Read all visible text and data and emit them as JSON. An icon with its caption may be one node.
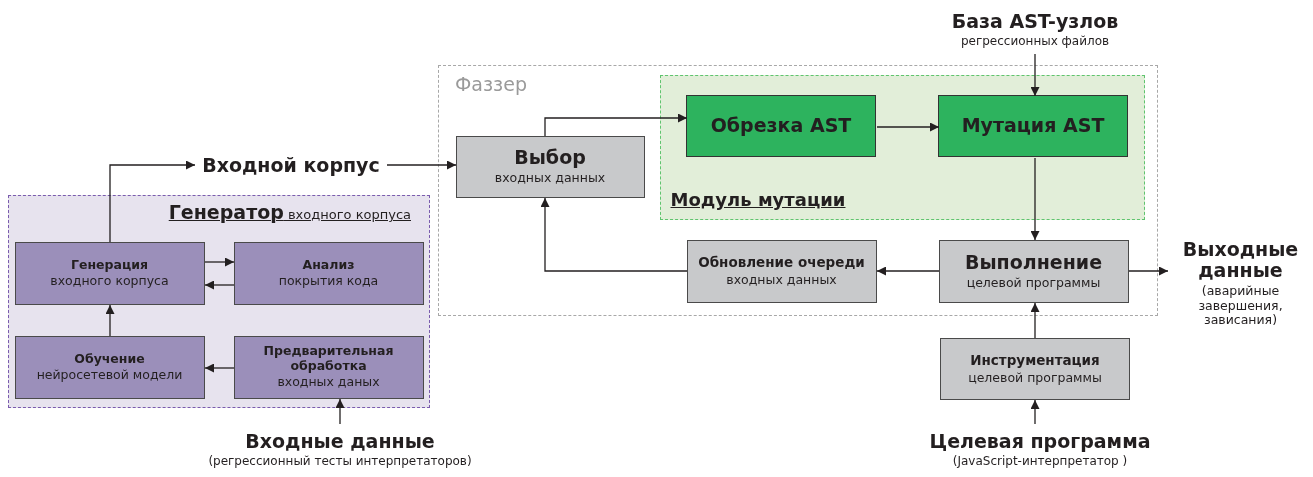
{
  "diagram": {
    "nodes": [
      {
        "text": [
          "**Генератор** входного корпуса"
        ]
      },
      {
        "text": [
          "Генерация",
          "входного корпуса"
        ],
        "in": 0
      },
      {
        "text": [
          "Анализ",
          "покрытия кода"
        ],
        "in": 0
      },
      {
        "text": [
          "Обучение",
          "нейросетевой модели"
        ],
        "in": 0
      },
      {
        "text": [
          "Предварительная обработка",
          "входных даных"
        ],
        "in": 0
      },
      {
        "text": [
          "Фаззер"
        ]
      },
      {
        "text": [
          "Выбор",
          "входных данных"
        ],
        "in": 5
      },
      {
        "text": [
          "Модуль мутации"
        ],
        "in": 5
      },
      {
        "text": [
          "Обрезка AST"
        ],
        "in": 7
      },
      {
        "text": [
          "Мутация AST"
        ],
        "in": 7
      },
      {
        "text": [
          "Обновление очереди",
          "входных данных"
        ],
        "in": 5
      },
      {
        "text": [
          "Выполнение",
          "целевой программы"
        ],
        "in": 5
      },
      {
        "text": [
          "Инструментация",
          "целевой программы"
        ]
      },
      {
        "text": [
          "Входной корпус"
        ]
      },
      {
        "text": [
          "Входные данные",
          "(регрессионный тесты интерпретаторов)"
        ]
      },
      {
        "text": [
          "База AST-узлов",
          "регрессионных файлов"
        ]
      },
      {
        "text": [
          "Выходные данные",
          "(аварийные завершения, зависания)"
        ]
      },
      {
        "text": [
          "Целевая программа",
          "(JavaScript-интерпретатор )"
        ]
      }
    ],
    "edges": [
      {
        "from": 1,
        "to": 13,
        "arrow": "to"
      },
      {
        "from": 13,
        "to": 6,
        "arrow": "to"
      },
      {
        "from": 1,
        "to": 2,
        "arrow": "to"
      },
      {
        "from": 2,
        "to": 1,
        "arrow": "to"
      },
      {
        "from": 3,
        "to": 1,
        "arrow": "to"
      },
      {
        "from": 4,
        "to": 3,
        "arrow": "to"
      },
      {
        "from": 14,
        "to": 4,
        "arrow": "to"
      },
      {
        "from": 6,
        "to": 8,
        "arrow": "to"
      },
      {
        "from": 8,
        "to": 9,
        "arrow": "to"
      },
      {
        "from": 15,
        "to": 9,
        "arrow": "to"
      },
      {
        "from": 9,
        "to": 11,
        "arrow": "to"
      },
      {
        "from": 11,
        "to": 10,
        "arrow": "to"
      },
      {
        "from": 10,
        "to": 6,
        "arrow": "to"
      },
      {
        "from": 11,
        "to": 16,
        "arrow": "to"
      },
      {
        "from": 12,
        "to": 11,
        "arrow": "to"
      },
      {
        "from": 17,
        "to": 12,
        "arrow": "to"
      }
    ]
  }
}
